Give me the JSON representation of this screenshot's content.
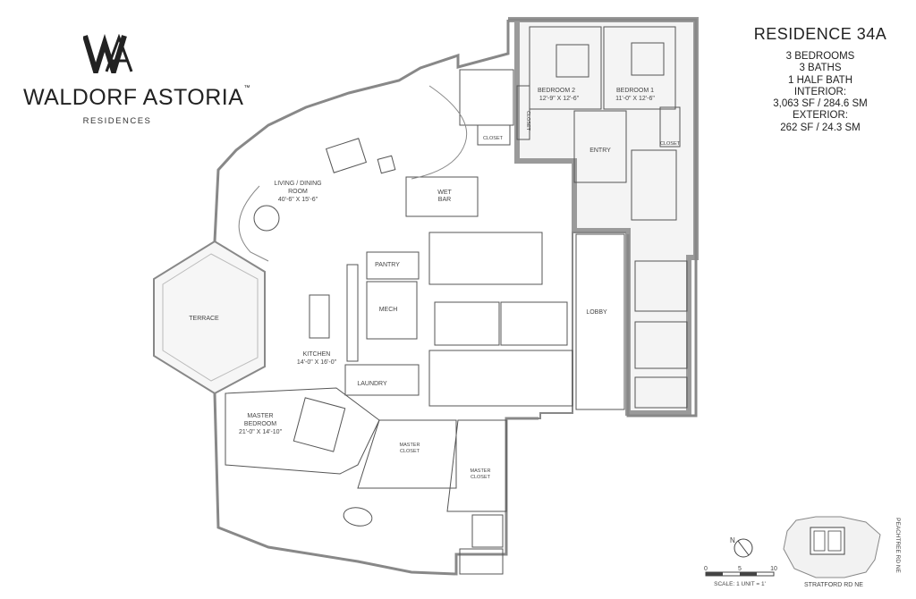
{
  "brand": {
    "name": "WALDORF ASTORIA",
    "tm": "™",
    "subtitle": "RESIDENCES"
  },
  "residence": {
    "title": "RESIDENCE 34A",
    "lines": [
      "3 BEDROOMS",
      "3 BATHS",
      "1 HALF BATH",
      "INTERIOR:",
      "3,063 SF / 284.6 SM",
      "EXTERIOR:",
      "262 SF / 24.3 SM"
    ]
  },
  "rooms": {
    "bedroom2": {
      "name": "BEDROOM 2",
      "size": "12'-9\" X 12'-6\""
    },
    "bedroom1": {
      "name": "BEDROOM 1",
      "size": "11'-0\" X 12'-6\""
    },
    "closet_a": "CLOSET",
    "closet_b": "CLOSET",
    "closet_c": "CLOSET",
    "entry": "ENTRY",
    "living": {
      "name1": "LIVING / DINING",
      "name2": "ROOM",
      "size": "40'-6\" X 15'-6\""
    },
    "wetbar": {
      "l1": "WET",
      "l2": "BAR"
    },
    "pantry": "PANTRY",
    "mech": "MECH",
    "terrace": "TERRACE",
    "kitchen": {
      "name": "KITCHEN",
      "size": "14'-0\" X 16'-0\""
    },
    "laundry": "LAUNDRY",
    "lobby": "LOBBY",
    "master": {
      "name1": "MASTER",
      "name2": "BEDROOM",
      "size": "21'-0\" X 14'-10\""
    },
    "master_closet1": {
      "l1": "MASTER",
      "l2": "CLOSET"
    },
    "master_closet2": {
      "l1": "MASTER",
      "l2": "CLOSET"
    }
  },
  "legend": {
    "north": "N",
    "scale_ticks": [
      "0",
      "5",
      "10"
    ],
    "scale_text": "SCALE: 1 UNIT = 1'"
  },
  "keyplan": {
    "street_bottom": "STRATFORD RD NE",
    "street_right": "PEACHTREE RD NE"
  }
}
